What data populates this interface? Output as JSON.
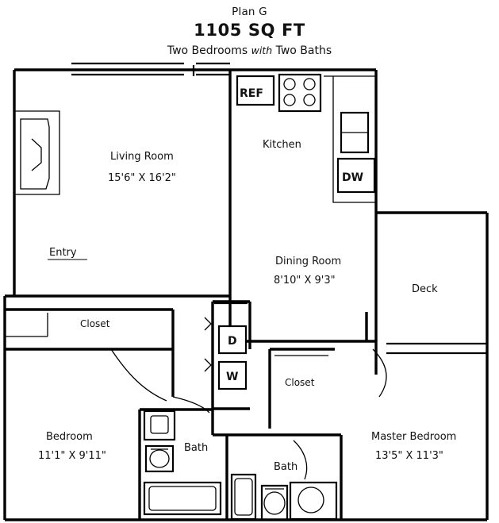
{
  "header": {
    "plan_label": "Plan G",
    "area_label": "1105 SQ FT",
    "sub_prefix": "Two Bedrooms ",
    "sub_italic": "with",
    "sub_suffix": " Two Baths"
  },
  "rooms": [
    {
      "name": "Living Room",
      "dimensions": "15'6\" X 16'2\""
    },
    {
      "name": "Kitchen",
      "dimensions": ""
    },
    {
      "name": "Dining Room",
      "dimensions": "8'10\" X 9'3\""
    },
    {
      "name": "Deck",
      "dimensions": ""
    },
    {
      "name": "Bedroom",
      "dimensions": "11'1\" X 9'11\""
    },
    {
      "name": "Master Bedroom",
      "dimensions": "13'5\" X 11'3\""
    },
    {
      "name": "Bath",
      "dimensions": ""
    },
    {
      "name": "Bath",
      "dimensions": ""
    },
    {
      "name": "Closet",
      "dimensions": ""
    },
    {
      "name": "Closet",
      "dimensions": ""
    },
    {
      "name": "Entry",
      "dimensions": ""
    }
  ],
  "appliances": {
    "refrigerator": "REF",
    "dishwasher": "DW",
    "dryer": "D",
    "washer": "W"
  },
  "colors": {
    "wall": "#000000",
    "background": "#ffffff",
    "text": "#111111"
  }
}
